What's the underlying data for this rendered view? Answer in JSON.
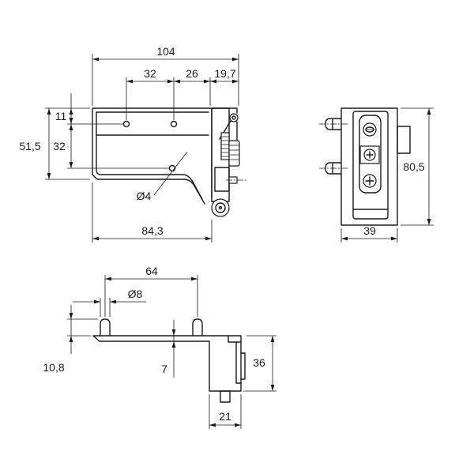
{
  "front_view": {
    "dim_overall_width": "104",
    "dim_top_1": "32",
    "dim_top_2": "26",
    "dim_top_3": "19,7",
    "dim_left_1": "11",
    "dim_left_overall": "51,5",
    "dim_left_2": "32",
    "dim_hole": "Ø4",
    "dim_bottom_width": "84,3"
  },
  "side_view": {
    "dim_height": "80,5",
    "dim_depth": "39"
  },
  "plan_view": {
    "dim_peg_spacing": "64",
    "dim_peg": "Ø8",
    "dim_peg_height": "10,8",
    "dim_plate": "7",
    "dim_body_height": "36",
    "dim_body_width": "21"
  },
  "colors": {
    "line": "#1a1a1a",
    "background": "#ffffff"
  }
}
